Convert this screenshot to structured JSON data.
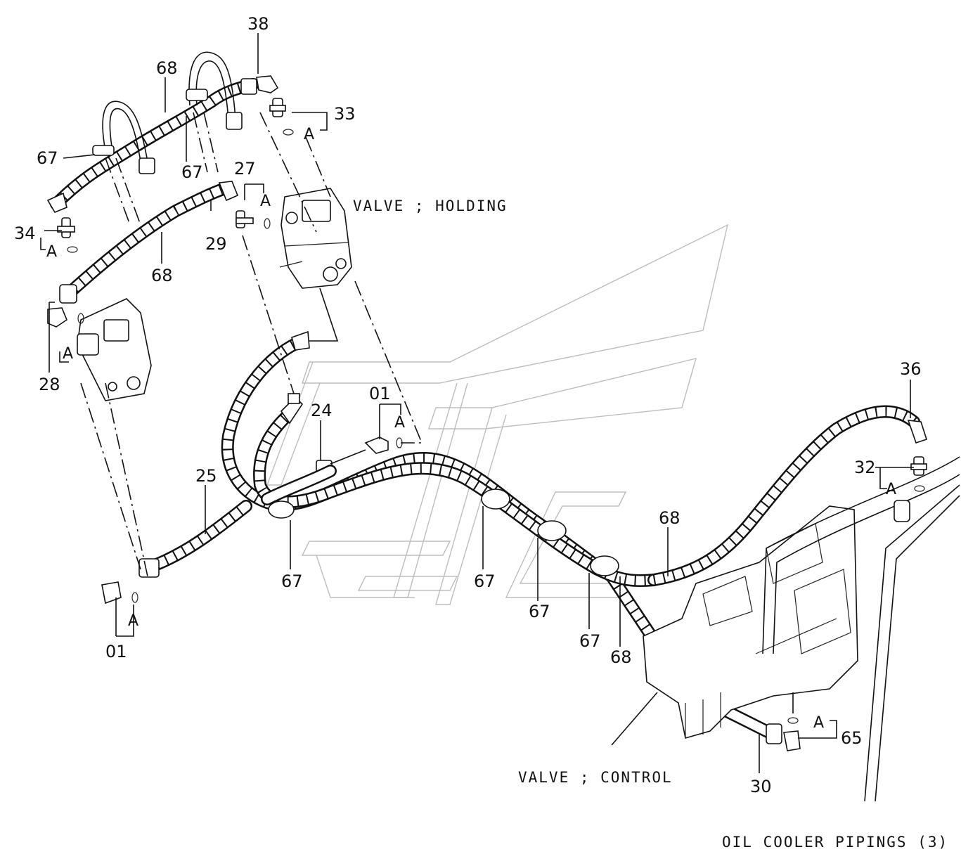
{
  "callouts": {
    "n38": "38",
    "n68_top": "68",
    "n33": "33",
    "n67_left": "67",
    "n67_upper": "67",
    "n27": "27",
    "n34": "34",
    "n29": "29",
    "n68_mid": "68",
    "n28": "28",
    "n01_center": "01",
    "n24": "24",
    "n36": "36",
    "n25": "25",
    "n32": "32",
    "n68_right": "68",
    "n67_a": "67",
    "n67_b": "67",
    "n67_c": "67",
    "n67_d": "67",
    "n68_low": "68",
    "n01_left": "01",
    "n30": "30",
    "n65": "65"
  },
  "fitting_tag": "A",
  "labels": {
    "holding_valve": "VALVE ; HOLDING",
    "control_valve": "VALVE ; CONTROL"
  },
  "title": "OIL COOLER PIPINGS (3)"
}
